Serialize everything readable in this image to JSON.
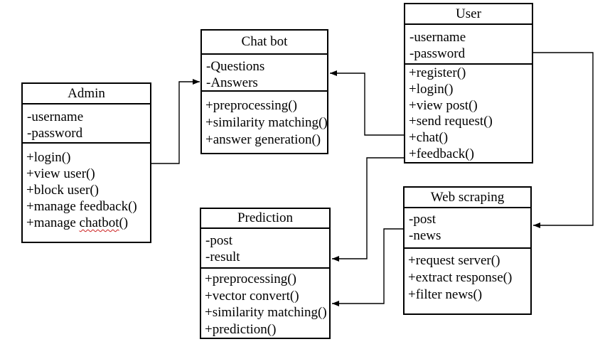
{
  "diagram": {
    "type": "uml-class-diagram",
    "background_color": "#ffffff",
    "line_color": "#000000",
    "text_color": "#000000",
    "spellcheck_underline_color": "#cc2020"
  },
  "classes": [
    {
      "name": "Admin",
      "attributes": [
        "-username",
        "-password"
      ],
      "methods": [
        "+login()",
        "+view user()",
        "+block user()",
        "+manage feedback()",
        "+manage chatbot()"
      ]
    },
    {
      "name": "Chat bot",
      "attributes": [
        "-Questions",
        "-Answers"
      ],
      "methods": [
        "+preprocessing()",
        "+similarity matching()",
        "+answer generation()"
      ]
    },
    {
      "name": "User",
      "attributes": [
        "-username",
        "-password"
      ],
      "methods": [
        "+register()",
        "+login()",
        "+view post()",
        "+send request()",
        "+chat()",
        "+feedback()"
      ]
    },
    {
      "name": "Web scraping",
      "attributes": [
        "-post",
        "-news"
      ],
      "methods": [
        "+request server()",
        "+extract response()",
        "+filter news()"
      ]
    },
    {
      "name": "Prediction",
      "attributes": [
        "-post",
        "-result"
      ],
      "methods": [
        "+preprocessing()",
        "+vector convert()",
        "+similarity matching()",
        "+prediction()"
      ]
    }
  ],
  "admin_spellcheck": {
    "prefix": "+manage ",
    "word": "chatbot",
    "suffix": "()"
  },
  "connectors": [
    {
      "from": "Admin",
      "to": "Chat bot"
    },
    {
      "from": "User",
      "to": "Chat bot"
    },
    {
      "from": "User",
      "to": "Prediction"
    },
    {
      "from": "User",
      "to": "Web scraping"
    },
    {
      "from": "Web scraping",
      "to": "Prediction"
    }
  ]
}
